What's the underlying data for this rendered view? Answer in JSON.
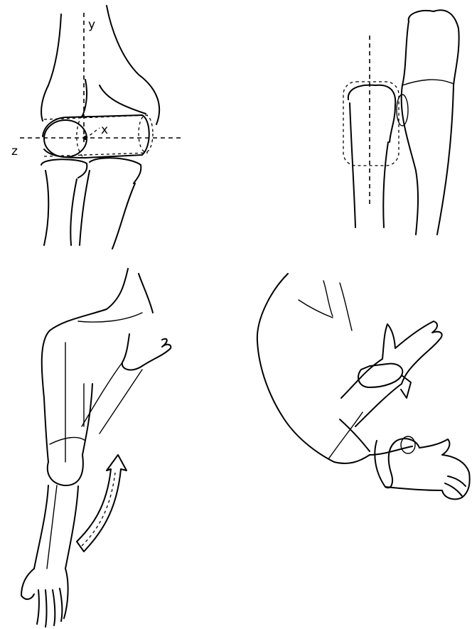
{
  "axis_labels": {
    "y": "y",
    "x": "x",
    "z": "z"
  },
  "icons": {
    "rotation_arrow": "curved-arrow-icon",
    "pronation_band": "rotation-band-icon"
  }
}
